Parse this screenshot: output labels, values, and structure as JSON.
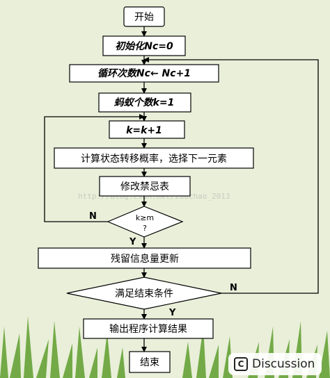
{
  "nodes": {
    "start": "开始",
    "init_nc": "初始化Nc=0",
    "loop_nc": "循环次数Nc← Nc+1",
    "ant_k": "蚂蚁个数k=1",
    "k_inc": "k=k+1",
    "compute_prob": "计算状态转移概率，选择下一元素",
    "modify_tabu": "修改禁忌表",
    "decision_k_line1": "k≥m",
    "decision_k_line2": "?",
    "update_pheromone": "残留信息量更新",
    "decision_end": "满足结束条件",
    "output": "输出程序计算结果",
    "end": "结束"
  },
  "labels": {
    "k_no": "N",
    "k_yes": "Y",
    "end_no": "N",
    "end_yes": "Y"
  },
  "watermark": "http://blog.csdn.net/zuochao_2013",
  "badge": {
    "icon": "copyright-c-icon",
    "text": "Discussion"
  },
  "colors": {
    "box_fill": "#ffffff",
    "stroke": "#000000",
    "background": "#e9efd9",
    "grass": "#5f9e2e"
  }
}
